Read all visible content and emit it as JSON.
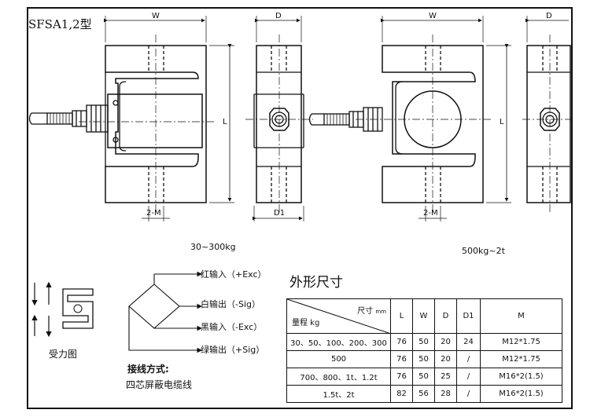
{
  "title": "SFSA1,2型",
  "labels": {
    "W": "W",
    "D": "D",
    "D1": "D1",
    "L": "L",
    "M": "2-M"
  },
  "ranges": {
    "left": "30~300kg",
    "right": "500kg~2t"
  },
  "wiring": {
    "red": "红输入（+Exc）",
    "white": "白输出（-Sig）",
    "black": "黑输入（-Exc）",
    "green": "绿输出（+Sig）",
    "method_title": "接线方式:",
    "method": "四芯屏蔽电缆线"
  },
  "force_caption": "受力图",
  "dimensions": {
    "title": "外形尺寸",
    "header_size": "尺寸",
    "header_unit": "mm",
    "header_range": "量程 kg",
    "columns": [
      "L",
      "W",
      "D",
      "D1",
      "M"
    ],
    "rows": [
      {
        "range": "30、50、100、200、300",
        "values": [
          "76",
          "50",
          "20",
          "24",
          "M12*1.75"
        ]
      },
      {
        "range": "500",
        "values": [
          "76",
          "50",
          "20",
          "/",
          "M12*1.75"
        ]
      },
      {
        "range": "700、800、1t、1.2t",
        "values": [
          "76",
          "50",
          "25",
          "/",
          "M16*2(1.5)"
        ]
      },
      {
        "range": "1.5t、2t",
        "values": [
          "82",
          "56",
          "28",
          "/",
          "M16*2(1.5)"
        ]
      }
    ]
  }
}
